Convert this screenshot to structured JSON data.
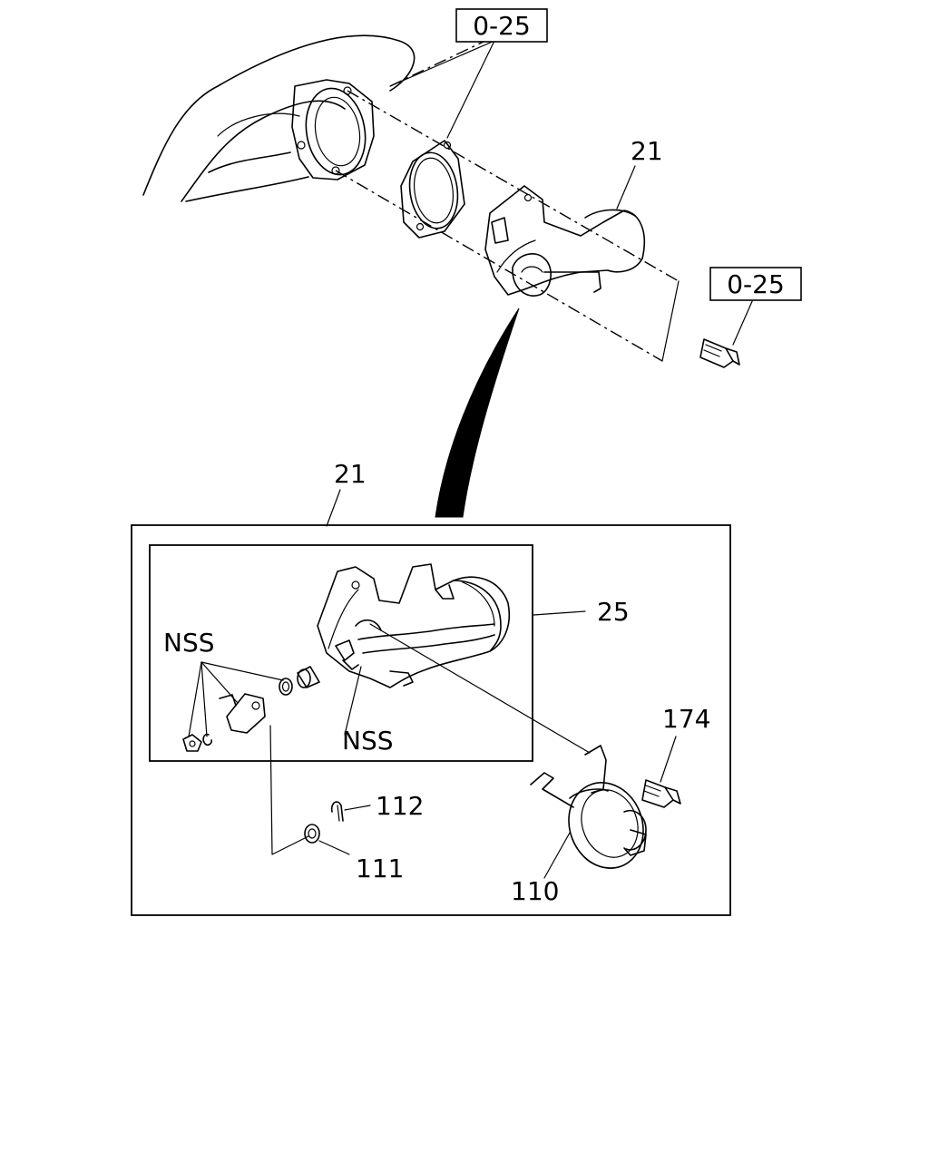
{
  "labels": {
    "ref_top": "0-25",
    "ref_bolt": "0-25",
    "part_21_top": "21",
    "part_21_box": "21",
    "part_25": "25",
    "nss_left": "NSS",
    "nss_mid": "NSS",
    "part_174": "174",
    "part_112": "112",
    "part_111": "111",
    "part_110": "110"
  }
}
